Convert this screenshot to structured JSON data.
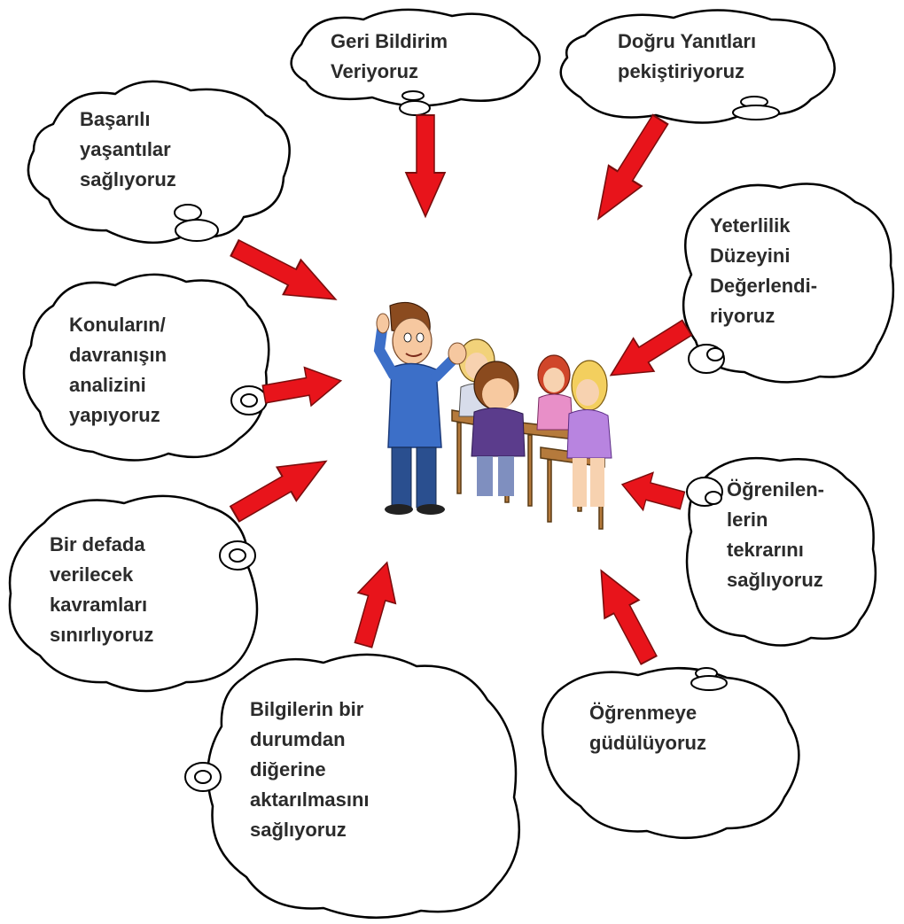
{
  "colors": {
    "arrow": "#e8141b",
    "cloud_stroke": "#000000",
    "cloud_fill": "#ffffff",
    "text": "#2b2b2b"
  },
  "center_image": {
    "icon": "teacher-with-students-illustration"
  },
  "clouds": [
    {
      "id": "geri-bildirim",
      "text": "Geri Bildirim\nVeriyoruz"
    },
    {
      "id": "dogru-yanitlar",
      "text": "Doğru Yanıtları\npekiştiriyoruz"
    },
    {
      "id": "basarili-yasantilar",
      "text": "Başarılı\nyaşantılar\nsağlıyoruz"
    },
    {
      "id": "yeterlilik",
      "text": "Yeterlilik\nDüzeyini\nDeğerlendi-\nriyoruz"
    },
    {
      "id": "konularin-analizi",
      "text": "Konuların/\ndavranışın\nanalizini\nyapıyoruz"
    },
    {
      "id": "ogrenilenler",
      "text": "Öğrenilen-\nlerin\ntekrarını\nsağlıyoruz"
    },
    {
      "id": "bir-defada",
      "text": "Bir defada\nverilecek\nkavramları\nsınırlıyoruz"
    },
    {
      "id": "bilgilerin-aktarimi",
      "text": "Bilgilerin bir\ndurumdan\ndiğerine\naktarılmasını\nsağlıyoruz"
    },
    {
      "id": "gudulenme",
      "text": "Öğrenmeye\ngüdülüyoruz"
    }
  ]
}
